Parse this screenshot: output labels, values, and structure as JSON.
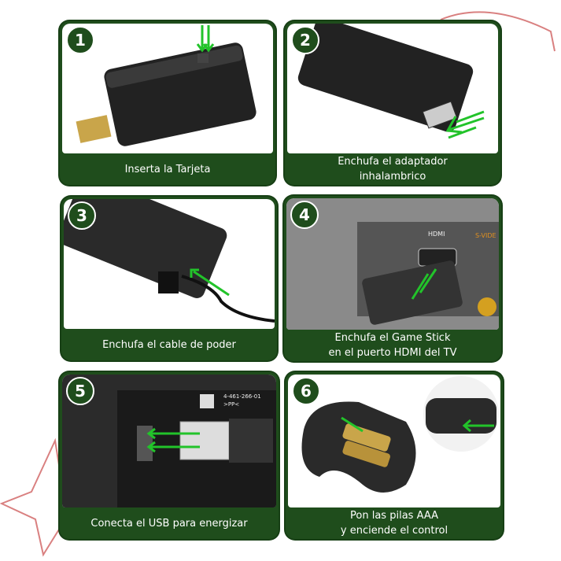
{
  "steps": [
    {
      "number": "1",
      "caption": "Inserta la Tarjeta",
      "illustration": "stick-card-icon"
    },
    {
      "number": "2",
      "caption": "Enchufa el adaptador\ninhalambrico",
      "illustration": "stick-adapter-icon"
    },
    {
      "number": "3",
      "caption": "Enchufa el cable de poder",
      "illustration": "stick-cable-icon"
    },
    {
      "number": "4",
      "caption": "Enchufa el Game Stick\nen el puerto HDMI del TV",
      "illustration": "tv-hdmi-icon"
    },
    {
      "number": "5",
      "caption": "Conecta el USB para energizar",
      "illustration": "usb-plug-icon"
    },
    {
      "number": "6",
      "caption": "Pon las pilas AAA\ny enciende el control",
      "illustration": "controller-battery-icon"
    }
  ],
  "labels": {
    "hdmi": "HDMI",
    "svideo": "S-VIDE",
    "sticker_code": "4-461-266-01",
    "sticker_sub": ">PP<"
  },
  "colors": {
    "panel": "#1f4d1c",
    "arrow": "#22c32a",
    "deco_star": "#d98080"
  }
}
